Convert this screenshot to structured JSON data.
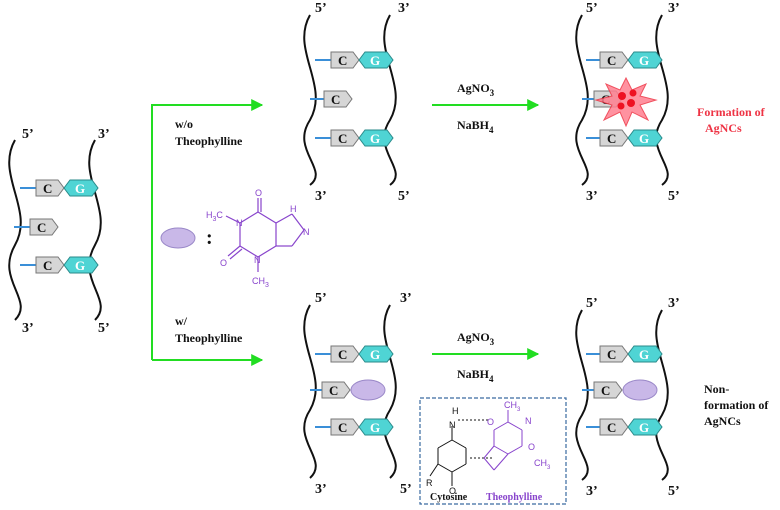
{
  "colors": {
    "arrow": "#22dd22",
    "bond": "#3a8fd8",
    "cytosine_fill": "#d6d6d6",
    "guanine_fill": "#4fd4d4",
    "theophylline": "#8844cc",
    "theophylline_disc": "#c9b8e8",
    "agnc": "#ee3344",
    "box_border": "#3a6aa0"
  },
  "strand_labels": {
    "five": "5’",
    "three": "3’"
  },
  "base_labels": {
    "cytosine": "C",
    "guanine": "G"
  },
  "branches": {
    "without": {
      "line1": "w/o",
      "line2": "Theophylline"
    },
    "with": {
      "line1": "w/",
      "line2": "Theophylline"
    }
  },
  "reagents": {
    "reagent1_main": "AgNO",
    "reagent1_sub": "3",
    "reagent2_main": "NaBH",
    "reagent2_sub": "4"
  },
  "outcomes": {
    "formation": {
      "line1": "Formation of",
      "line2": "AgNCs"
    },
    "non_formation": {
      "line1": "Non-",
      "line2": "formation of",
      "line3": "AgNCs"
    }
  },
  "molecule": {
    "separator": ":",
    "atoms": {
      "o": "O",
      "n": "N",
      "nh": "H",
      "h3c": "H",
      "h3c_sub": "3",
      "h3c_c": "C",
      "ch3_c": "CH",
      "ch3_sub": "3"
    }
  },
  "inset": {
    "cytosine_label": "Cytosine",
    "theophylline_label": "Theophylline",
    "atoms": {
      "h": "H",
      "n": "N",
      "r": "R",
      "o": "O",
      "ch3": "CH",
      "ch3_sub": "3"
    }
  },
  "icons": {
    "branch_arrow": "green-right-arrow",
    "reaction_arrow": "green-right-arrow",
    "nanocluster": "red-starburst-with-dots"
  }
}
